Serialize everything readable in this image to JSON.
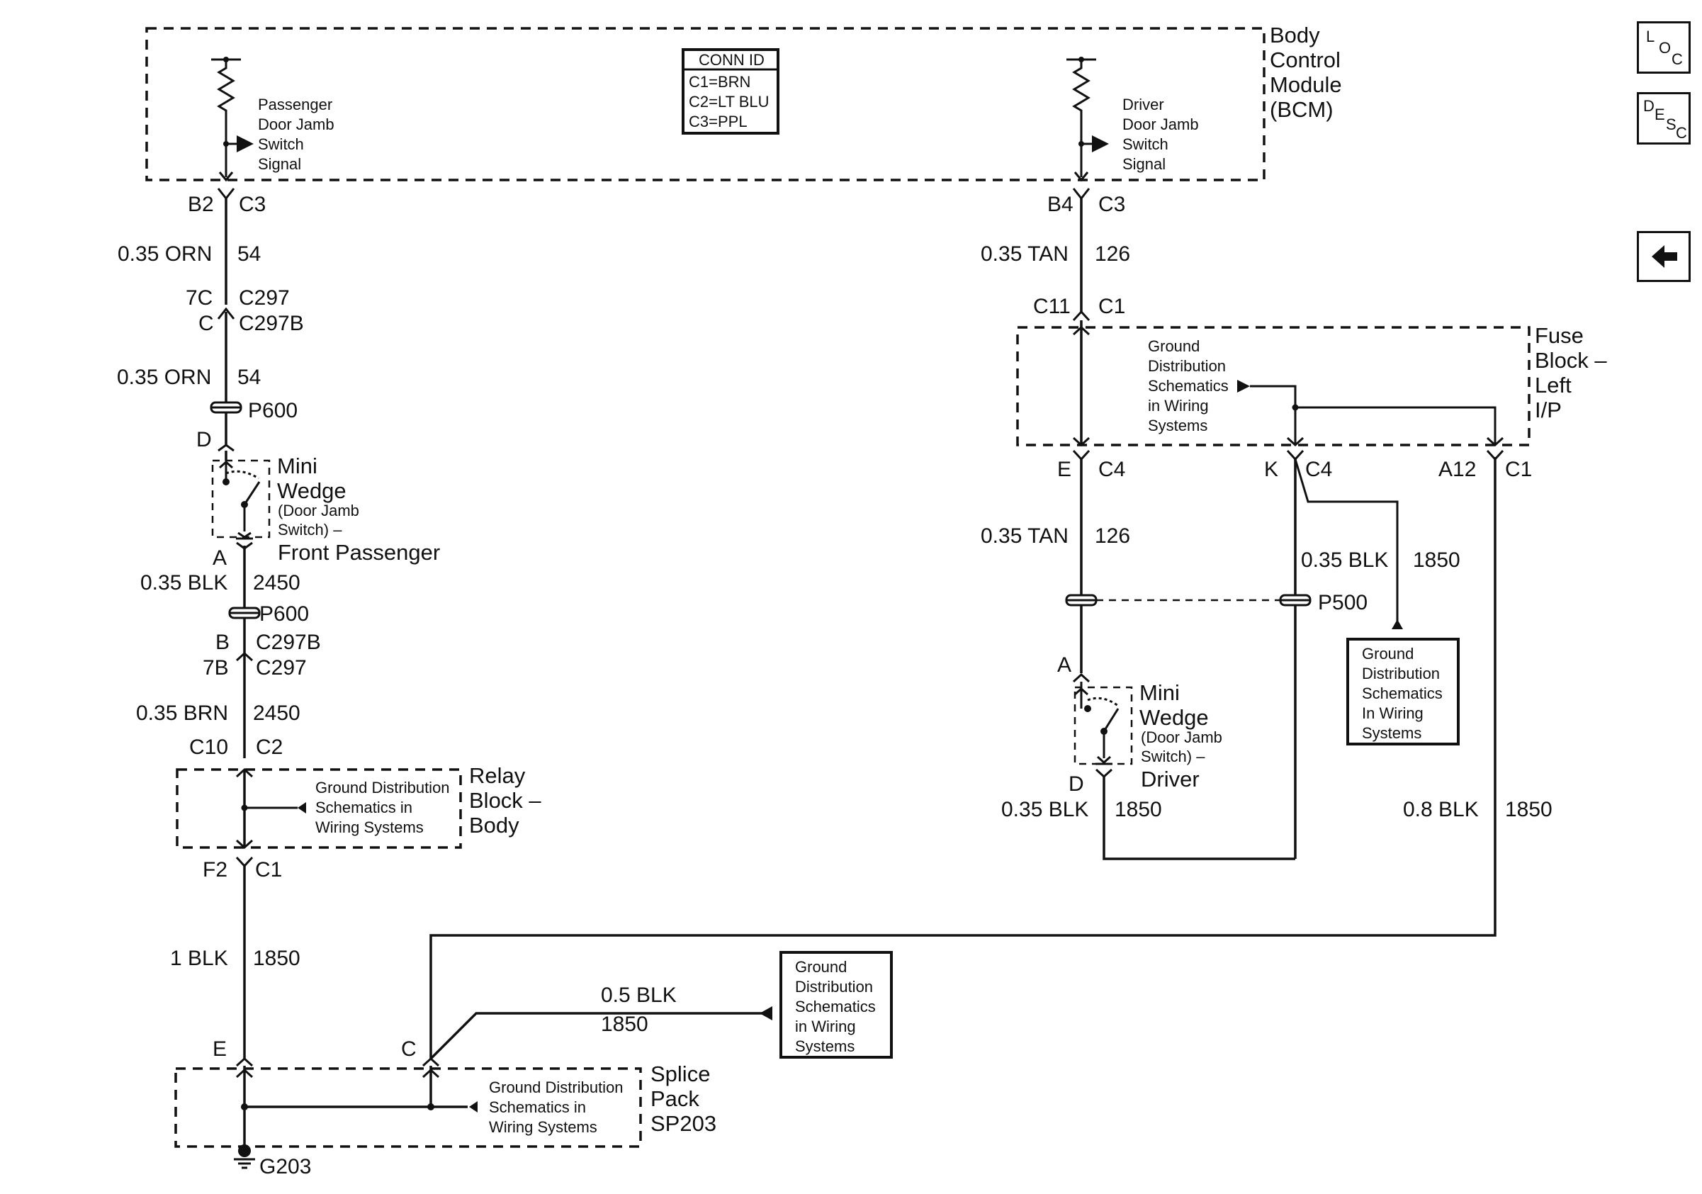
{
  "nav": {
    "loc": [
      "L",
      "O",
      "C"
    ],
    "desc": [
      "D",
      "E",
      "S",
      "C"
    ]
  },
  "bcm": {
    "name": [
      "Body",
      "Control",
      "Module",
      "(BCM)"
    ],
    "conn_title": "CONN ID",
    "conn_items": [
      "C1=BRN",
      "C2=LT BLU",
      "C3=PPL"
    ],
    "pass_signal": [
      "Passenger",
      "Door Jamb",
      "Switch",
      "Signal"
    ],
    "drv_signal": [
      "Driver",
      "Door Jamb",
      "Switch",
      "Signal"
    ]
  },
  "left": {
    "b2": "B2",
    "c3": "C3",
    "w1_size": "0.35 ORN",
    "w1_ckt": "54",
    "c7c": "7C",
    "c297": "C297",
    "cc": "C",
    "c297b": "C297B",
    "w2_size": "0.35 ORN",
    "w2_ckt": "54",
    "p600a": "P600",
    "d": "D",
    "switch": [
      "Mini",
      "Wedge",
      "(Door Jamb",
      "Switch) –",
      "Front Passenger"
    ],
    "a": "A",
    "w3_size": "0.35 BLK",
    "w3_ckt": "2450",
    "p600b": "P600",
    "b": "B",
    "c297b2": "C297B",
    "c7b": "7B",
    "c297_2": "C297",
    "w4_size": "0.35 BRN",
    "w4_ckt": "2450",
    "c10": "C10",
    "c2": "C2",
    "relay": [
      "Relay",
      "Block –",
      "Body"
    ],
    "relay_gd": [
      "Ground Distribution",
      "Schematics in",
      "Wiring Systems"
    ],
    "f2": "F2",
    "c1": "C1",
    "w5_size": "1 BLK",
    "w5_ckt": "1850",
    "e": "E",
    "cpin": "C",
    "w6_size": "0.5 BLK",
    "w6_ckt": "1850",
    "gd_box": [
      "Ground",
      "Distribution",
      "Schematics",
      "in Wiring",
      "Systems"
    ],
    "splice": [
      "Splice",
      "Pack",
      "SP203"
    ],
    "splice_gd": [
      "Ground Distribution",
      "Schematics in",
      "Wiring Systems"
    ],
    "ground": "G203"
  },
  "right": {
    "b4": "B4",
    "c3": "C3",
    "w1_size": "0.35 TAN",
    "w1_ckt": "126",
    "c11": "C11",
    "c1": "C1",
    "fuse": [
      "Fuse",
      "Block –",
      "Left",
      "I/P"
    ],
    "fuse_gd": [
      "Ground",
      "Distribution",
      "Schematics",
      "in Wiring",
      "Systems"
    ],
    "e": "E",
    "c4a": "C4",
    "k": "K",
    "c4b": "C4",
    "a12": "A12",
    "c1b": "C1",
    "w2_size": "0.35 TAN",
    "w2_ckt": "126",
    "w3_size": "0.35 BLK",
    "w3_ckt": "1850",
    "p500": "P500",
    "gd_box": [
      "Ground",
      "Distribution",
      "Schematics",
      "In Wiring",
      "Systems"
    ],
    "a": "A",
    "switch": [
      "Mini",
      "Wedge",
      "(Door Jamb",
      "Switch) –",
      "Driver"
    ],
    "d": "D",
    "w4_size": "0.35 BLK",
    "w4_ckt": "1850",
    "w5_size": "0.8 BLK",
    "w5_ckt": "1850"
  }
}
